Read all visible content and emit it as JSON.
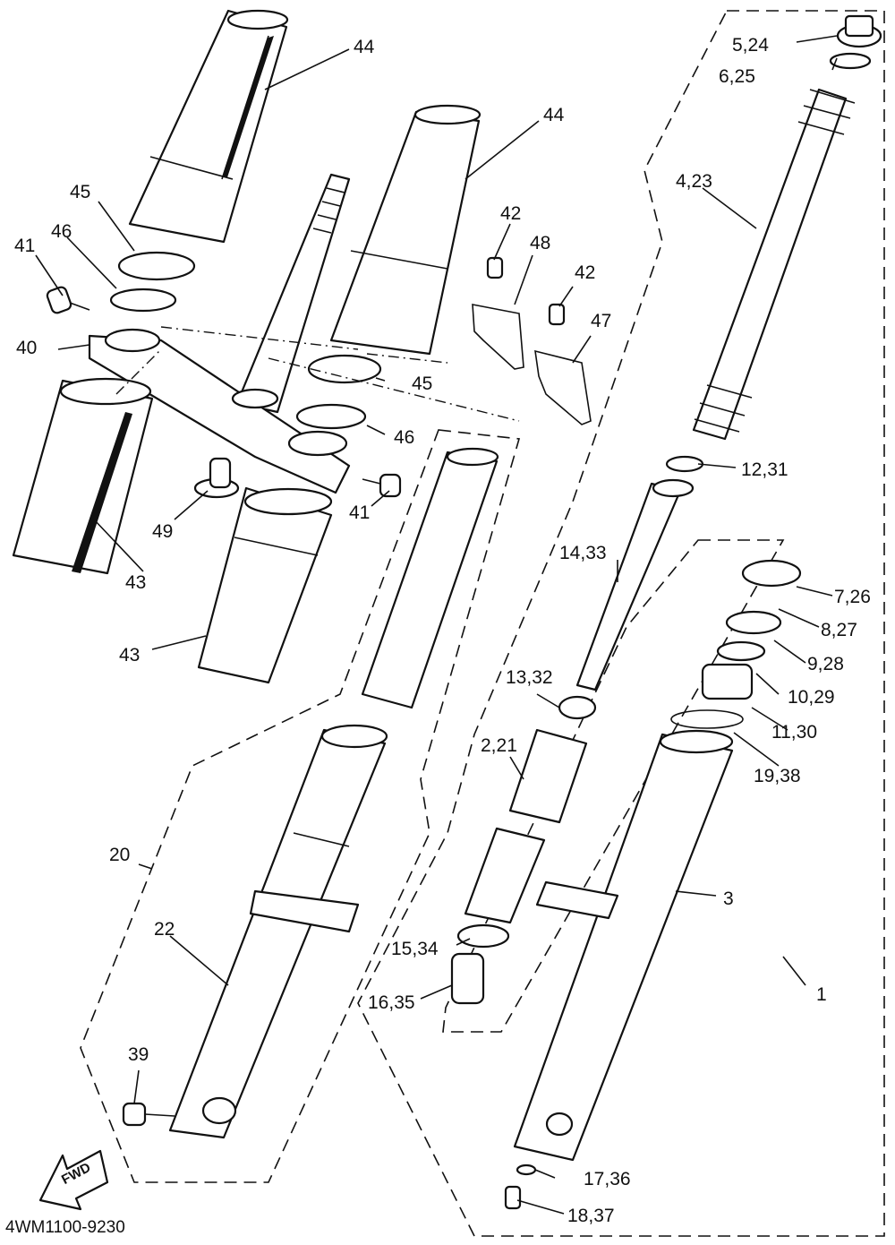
{
  "diagram_code": "4WM1100-9230",
  "fwd_label": "FWD",
  "labels": {
    "p44a": "44",
    "p44b": "44",
    "p45a": "45",
    "p45b": "45",
    "p46a": "46",
    "p46b": "46",
    "p41a": "41",
    "p41b": "41",
    "p40": "40",
    "p42a": "42",
    "p42b": "42",
    "p48": "48",
    "p47": "47",
    "p49": "49",
    "p43a": "43",
    "p43b": "43",
    "p20": "20",
    "p22": "22",
    "p39": "39",
    "p5_24": "5,24",
    "p6_25": "6,25",
    "p4_23": "4,23",
    "p12_31": "12,31",
    "p14_33": "14,33",
    "p7_26": "7,26",
    "p8_27": "8,27",
    "p9_28": "9,28",
    "p10_29": "10,29",
    "p11_30": "11,30",
    "p13_32": "13,32",
    "p19_38": "19,38",
    "p2_21": "2,21",
    "p3": "3",
    "p15_34": "15,34",
    "p16_35": "16,35",
    "p1": "1",
    "p17_36": "17,36",
    "p18_37": "18,37"
  }
}
